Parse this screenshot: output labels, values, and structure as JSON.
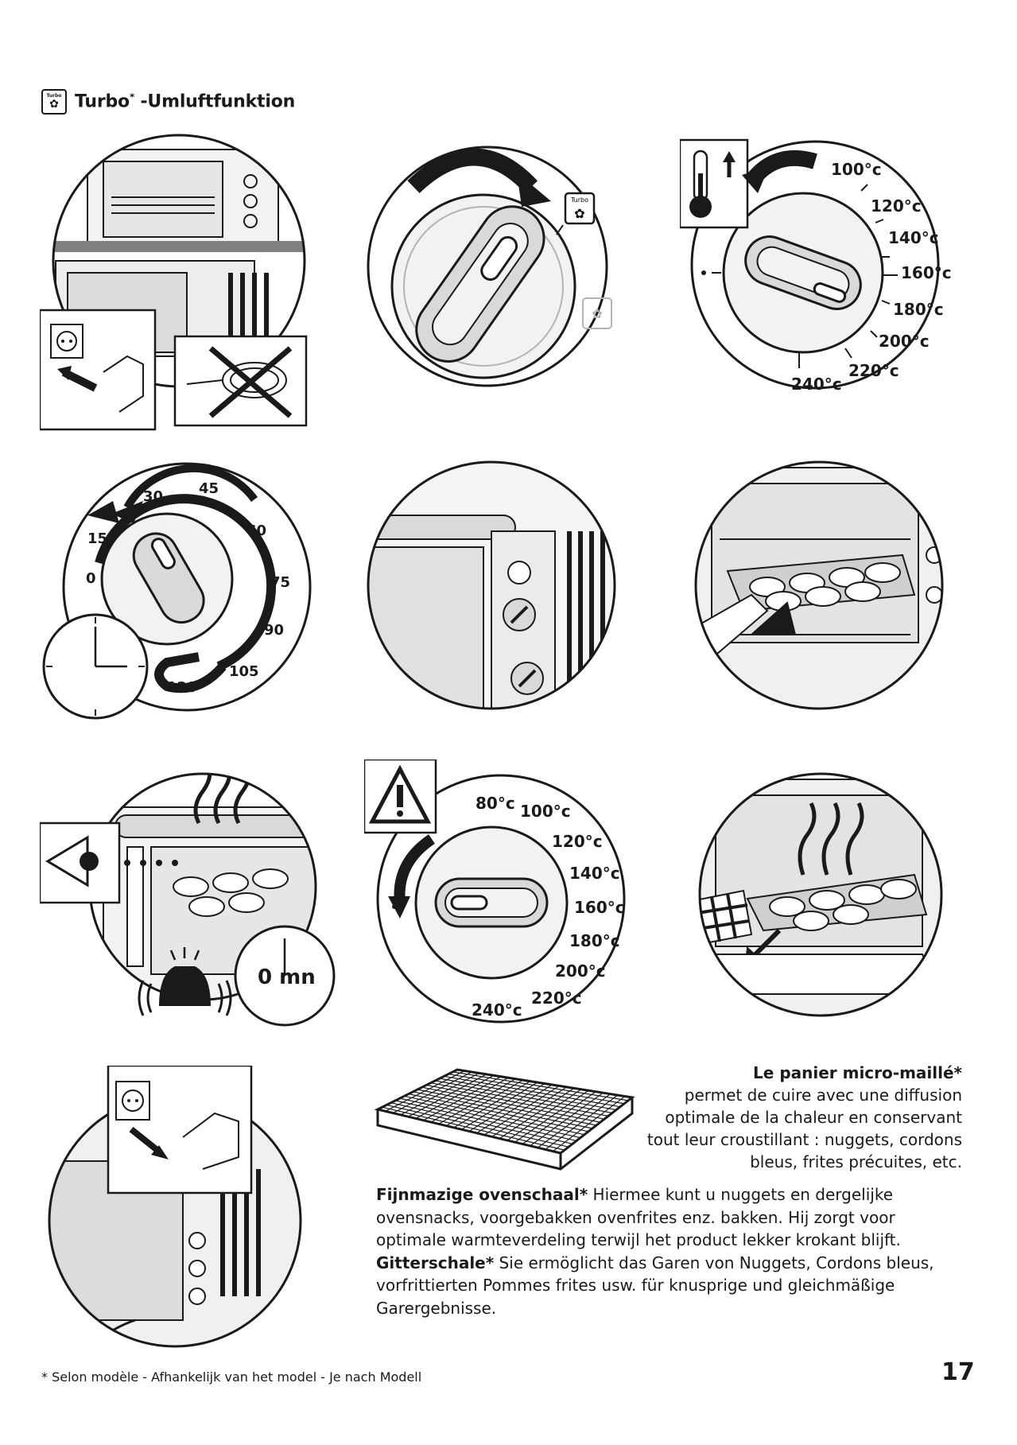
{
  "header": {
    "icon_label": "Turbo",
    "title_main": "Turbo",
    "title_star": "*",
    "title_rest": " -Umluftfunktion"
  },
  "temp_dial_1": {
    "ticks": [
      "100°c",
      "120°c",
      "140°c",
      "160°c",
      "180°c",
      "200°c",
      "220°c",
      "240°c"
    ]
  },
  "timer_dial": {
    "ticks": [
      "0",
      "15",
      "30",
      "45",
      "60",
      "75",
      "90",
      "105",
      "120"
    ]
  },
  "temp_dial_2": {
    "ticks": [
      "80°c",
      "100°c",
      "120°c",
      "140°c",
      "160°c",
      "180°c",
      "200°c",
      "220°c",
      "240°c"
    ]
  },
  "timer_end": {
    "label": "0 mn"
  },
  "turbo_icon_label": "Turbo",
  "basket": {
    "fr_heading": "Le panier micro-maillé*",
    "fr_lines": [
      "permet de cuire avec une diffusion",
      "optimale de la chaleur en conservant",
      "tout leur croustillant : nuggets, cordons",
      "bleus, frites précuites, etc."
    ],
    "nl_heading": "Fijnmazige ovenschaal*",
    "nl_text": " Hiermee kunt u nuggets en dergelijke ovensnacks, voorgebakken ovenfrites enz. bakken. Hij zorgt voor optimale warmteverdeling terwijl het product lekker krokant blijft.",
    "de_heading": "Gitterschale*",
    "de_text": " Sie ermöglicht das Garen von Nuggets, Cordons bleus, vorfrittierten Pommes frites usw. für knusprige und gleichmäßige Garergebnisse."
  },
  "footer": {
    "footnote": "* Selon modèle - Afhankelijk van het model - Je nach Modell",
    "page_number": "17"
  }
}
